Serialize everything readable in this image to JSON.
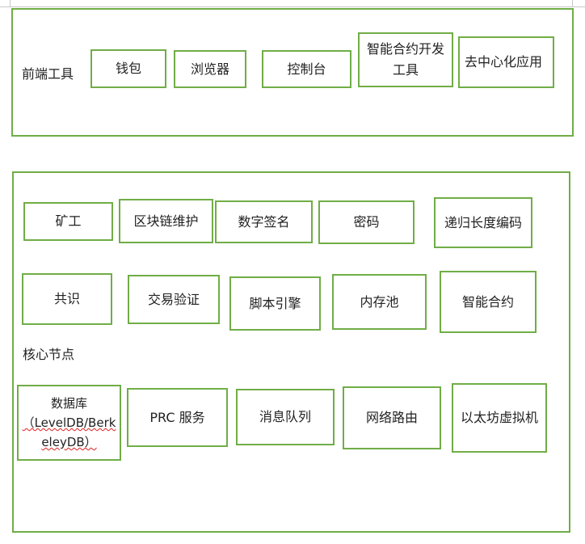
{
  "frontend": {
    "label": "前端工具",
    "items": [
      "钱包",
      "浏览器",
      "控制台",
      "智能合约开发工具",
      "去中心化应用"
    ]
  },
  "core": {
    "label": "核心节点",
    "row1": [
      "矿工",
      "区块链维护",
      "数字签名",
      "密码",
      "递归长度编码"
    ],
    "row2": [
      "共识",
      "交易验证",
      "脚本引擎",
      "内存池",
      "智能合约"
    ],
    "row3": {
      "db_title": "数据库",
      "db_detail": "（LevelDB/BerkeleyDB）",
      "items": [
        "PRC 服务",
        "消息队列",
        "网络路由",
        "以太坊虚拟机"
      ]
    }
  },
  "colors": {
    "border": "#70AD47"
  }
}
